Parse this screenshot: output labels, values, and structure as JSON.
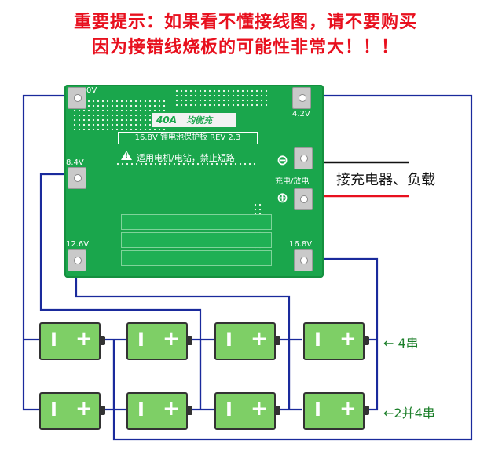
{
  "warning": {
    "line1": "重要提示：如果看不懂接线图，请不要购买",
    "line2": "因为接错线烧板的可能性非常大！！！"
  },
  "board": {
    "badge": "40A",
    "badge_sub": "均衡充",
    "title": "16.8V 锂电池保护板 REV 2.3",
    "usage": "适用电机/电钻，禁止短路",
    "labels": {
      "zero": "0V",
      "v42": "4.2V",
      "v84": "8.4V",
      "v126": "12.6V",
      "v168": "16.8V",
      "charge_discharge": "充电/放电",
      "minus": "⊖",
      "plus": "⊕"
    }
  },
  "charger_label": "接充电器、负载",
  "cell": {
    "neg": "I",
    "pos": "+"
  },
  "row_labels": {
    "r1": "← 4串",
    "r2": "←2并4串"
  },
  "colors": {
    "wire": "#1a2a9c",
    "warning": "#e8101e",
    "board": "#1aa64c",
    "cell": "#7ecf66"
  },
  "icons": [
    "warning-triangle-icon",
    "minus-terminal-icon",
    "plus-terminal-icon"
  ]
}
